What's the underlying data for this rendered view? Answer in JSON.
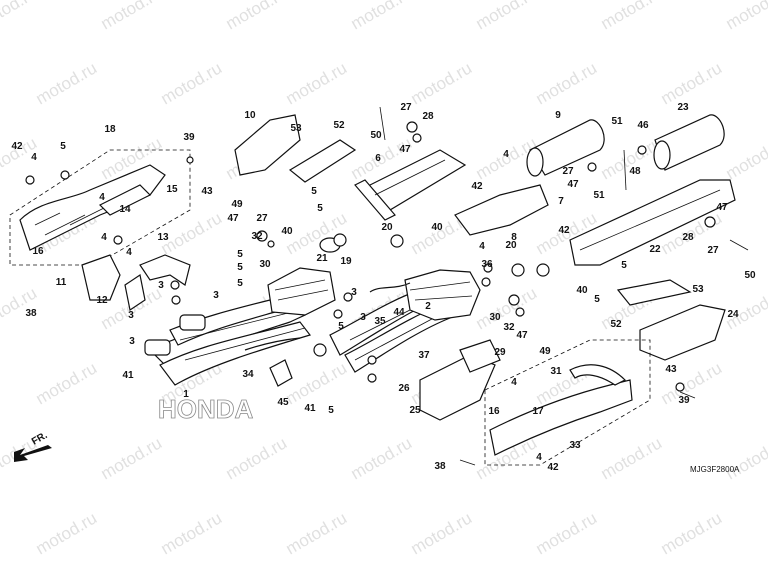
{
  "watermark_text": "motod.ru",
  "diagram_code": "MJG3F2800A",
  "front_arrow_label": "FR.",
  "brand_text": "HONDA",
  "part_numbers": [
    "1",
    "2",
    "3",
    "4",
    "5",
    "6",
    "7",
    "8",
    "9",
    "10",
    "11",
    "12",
    "13",
    "14",
    "15",
    "16",
    "17",
    "18",
    "19",
    "20",
    "21",
    "22",
    "23",
    "24",
    "25",
    "26",
    "27",
    "28",
    "29",
    "30",
    "31",
    "32",
    "33",
    "34",
    "35",
    "36",
    "37",
    "38",
    "39",
    "40",
    "41",
    "42",
    "43",
    "44",
    "45",
    "46",
    "47",
    "48",
    "49",
    "50",
    "51",
    "52",
    "53"
  ]
}
